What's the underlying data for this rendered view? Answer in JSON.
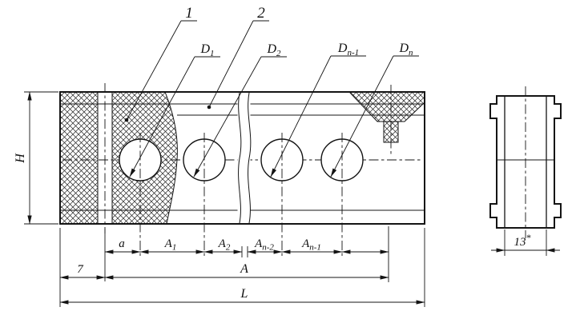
{
  "drawing": {
    "callout_1": "1",
    "callout_2": "2",
    "d1": {
      "base": "D",
      "sub": "1"
    },
    "d2": {
      "base": "D",
      "sub": "2"
    },
    "dn_minus_1": {
      "base": "D",
      "sub": "n-1"
    },
    "dn": {
      "base": "D",
      "sub": "n"
    },
    "dim_h": "H",
    "dim_a_small": "a",
    "dim_a1": {
      "base": "A",
      "sub": "1"
    },
    "dim_a2": {
      "base": "A",
      "sub": "2"
    },
    "dim_an_minus_2": {
      "base": "A",
      "sub": "n-2"
    },
    "dim_an_minus_1": {
      "base": "A",
      "sub": "n-1"
    },
    "dim_7": "7",
    "dim_a_total": "A",
    "dim_l": "L",
    "dim_13": {
      "base": "13",
      "sup": "*"
    }
  }
}
